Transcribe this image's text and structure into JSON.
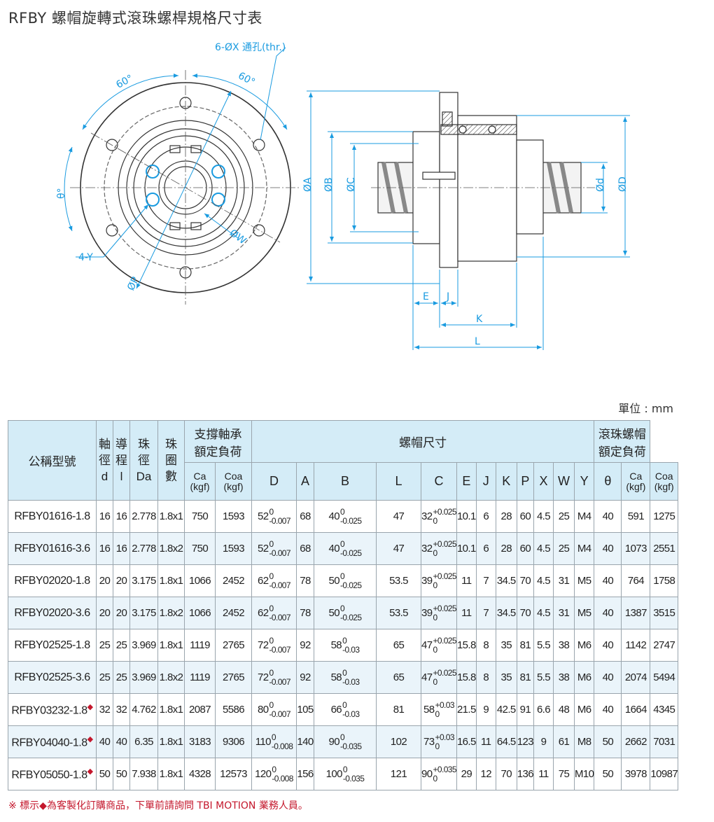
{
  "title": "RFBY 螺帽旋轉式滾珠螺桿規格尺寸表",
  "drawing": {
    "labels": {
      "holes": "6-ØX 通孔(thr.)",
      "angle_left": "60°",
      "angle_right": "60°",
      "theta": "θ°",
      "y_holes": "4-Y",
      "dp": "ØP",
      "dw": "ØW",
      "da": "ØA",
      "db": "ØB",
      "dc": "ØC",
      "dd": "Ød",
      "dD": "ØD",
      "e": "E",
      "j": "J",
      "k": "K",
      "l": "L"
    }
  },
  "unit": "單位 : mm",
  "table": {
    "headers": {
      "model": "公稱型號",
      "shaft": [
        "軸",
        "徑",
        "d"
      ],
      "lead": [
        "導",
        "程",
        "l"
      ],
      "ball": [
        "珠",
        "徑",
        "Da"
      ],
      "turns": [
        "珠",
        "圈",
        "數"
      ],
      "support": "支撐軸承額定負荷",
      "nut": "螺帽尺寸",
      "ball_load": "滾珠螺帽額定負荷",
      "ca": [
        "Ca",
        "(kgf)"
      ],
      "coa": [
        "Coa",
        "(kgf)"
      ],
      "nut_cols": [
        "D",
        "A",
        "B",
        "L",
        "C",
        "E",
        "J",
        "K",
        "P",
        "X",
        "W",
        "Y",
        "θ"
      ]
    },
    "rows": [
      {
        "model": "RFBY01616-1.8",
        "custom": false,
        "d": "16",
        "l": "16",
        "da": "2.778",
        "turns": "1.8x1",
        "sca": "750",
        "scoa": "1593",
        "D": "52",
        "D_up": "0",
        "D_lo": "-0.007",
        "A": "68",
        "B": "40",
        "B_up": "0",
        "B_lo": "-0.025",
        "L": "47",
        "C": "32",
        "C_up": "+0.025",
        "C_lo": "0",
        "E": "10.1",
        "J": "6",
        "K": "28",
        "P": "60",
        "X": "4.5",
        "W": "25",
        "Y": "M4",
        "th": "40",
        "ca": "591",
        "coa": "1275"
      },
      {
        "model": "RFBY01616-3.6",
        "custom": false,
        "d": "16",
        "l": "16",
        "da": "2.778",
        "turns": "1.8x2",
        "sca": "750",
        "scoa": "1593",
        "D": "52",
        "D_up": "0",
        "D_lo": "-0.007",
        "A": "68",
        "B": "40",
        "B_up": "0",
        "B_lo": "-0.025",
        "L": "47",
        "C": "32",
        "C_up": "+0.025",
        "C_lo": "0",
        "E": "10.1",
        "J": "6",
        "K": "28",
        "P": "60",
        "X": "4.5",
        "W": "25",
        "Y": "M4",
        "th": "40",
        "ca": "1073",
        "coa": "2551"
      },
      {
        "model": "RFBY02020-1.8",
        "custom": false,
        "d": "20",
        "l": "20",
        "da": "3.175",
        "turns": "1.8x1",
        "sca": "1066",
        "scoa": "2452",
        "D": "62",
        "D_up": "0",
        "D_lo": "-0.007",
        "A": "78",
        "B": "50",
        "B_up": "0",
        "B_lo": "-0.025",
        "L": "53.5",
        "C": "39",
        "C_up": "+0.025",
        "C_lo": "0",
        "E": "11",
        "J": "7",
        "K": "34.5",
        "P": "70",
        "X": "4.5",
        "W": "31",
        "Y": "M5",
        "th": "40",
        "ca": "764",
        "coa": "1758"
      },
      {
        "model": "RFBY02020-3.6",
        "custom": false,
        "d": "20",
        "l": "20",
        "da": "3.175",
        "turns": "1.8x2",
        "sca": "1066",
        "scoa": "2452",
        "D": "62",
        "D_up": "0",
        "D_lo": "-0.007",
        "A": "78",
        "B": "50",
        "B_up": "0",
        "B_lo": "-0.025",
        "L": "53.5",
        "C": "39",
        "C_up": "+0.025",
        "C_lo": "0",
        "E": "11",
        "J": "7",
        "K": "34.5",
        "P": "70",
        "X": "4.5",
        "W": "31",
        "Y": "M5",
        "th": "40",
        "ca": "1387",
        "coa": "3515"
      },
      {
        "model": "RFBY02525-1.8",
        "custom": false,
        "d": "25",
        "l": "25",
        "da": "3.969",
        "turns": "1.8x1",
        "sca": "1119",
        "scoa": "2765",
        "D": "72",
        "D_up": "0",
        "D_lo": "-0.007",
        "A": "92",
        "B": "58",
        "B_up": "0",
        "B_lo": "-0.03",
        "L": "65",
        "C": "47",
        "C_up": "+0.025",
        "C_lo": "0",
        "E": "15.8",
        "J": "8",
        "K": "35",
        "P": "81",
        "X": "5.5",
        "W": "38",
        "Y": "M6",
        "th": "40",
        "ca": "1142",
        "coa": "2747"
      },
      {
        "model": "RFBY02525-3.6",
        "custom": false,
        "d": "25",
        "l": "25",
        "da": "3.969",
        "turns": "1.8x2",
        "sca": "1119",
        "scoa": "2765",
        "D": "72",
        "D_up": "0",
        "D_lo": "-0.007",
        "A": "92",
        "B": "58",
        "B_up": "0",
        "B_lo": "-0.03",
        "L": "65",
        "C": "47",
        "C_up": "+0.025",
        "C_lo": "0",
        "E": "15.8",
        "J": "8",
        "K": "35",
        "P": "81",
        "X": "5.5",
        "W": "38",
        "Y": "M6",
        "th": "40",
        "ca": "2074",
        "coa": "5494"
      },
      {
        "model": "RFBY03232-1.8",
        "custom": true,
        "d": "32",
        "l": "32",
        "da": "4.762",
        "turns": "1.8x1",
        "sca": "2087",
        "scoa": "5586",
        "D": "80",
        "D_up": "0",
        "D_lo": "-0.007",
        "A": "105",
        "B": "66",
        "B_up": "0",
        "B_lo": "-0.03",
        "L": "81",
        "C": "58",
        "C_up": "+0.03",
        "C_lo": "0",
        "E": "21.5",
        "J": "9",
        "K": "42.5",
        "P": "91",
        "X": "6.6",
        "W": "48",
        "Y": "M6",
        "th": "40",
        "ca": "1664",
        "coa": "4345"
      },
      {
        "model": "RFBY04040-1.8",
        "custom": true,
        "d": "40",
        "l": "40",
        "da": "6.35",
        "turns": "1.8x1",
        "sca": "3183",
        "scoa": "9306",
        "D": "110",
        "D_up": "0",
        "D_lo": "-0.008",
        "A": "140",
        "B": "90",
        "B_up": "0",
        "B_lo": "-0.035",
        "L": "102",
        "C": "73",
        "C_up": "+0.03",
        "C_lo": "0",
        "E": "16.5",
        "J": "11",
        "K": "64.5",
        "P": "123",
        "X": "9",
        "W": "61",
        "Y": "M8",
        "th": "50",
        "ca": "2662",
        "coa": "7031"
      },
      {
        "model": "RFBY05050-1.8",
        "custom": true,
        "d": "50",
        "l": "50",
        "da": "7.938",
        "turns": "1.8x1",
        "sca": "4328",
        "scoa": "12573",
        "D": "120",
        "D_up": "0",
        "D_lo": "-0.008",
        "A": "156",
        "B": "100",
        "B_up": "0",
        "B_lo": "-0.035",
        "L": "121",
        "C": "90",
        "C_up": "+0.035",
        "C_lo": "0",
        "E": "29",
        "J": "12",
        "K": "70",
        "P": "136",
        "X": "11",
        "W": "75",
        "Y": "M10",
        "th": "50",
        "ca": "3978",
        "coa": "10987"
      }
    ]
  },
  "note": "※ 標示◆為客製化訂購商品，下單前請詢問 TBI MOTION 業務人員。",
  "custom_marker": "◆",
  "colors": {
    "dimension": "#1a9be0",
    "accent_red": "#c4172c",
    "header_bg": "#d4ecf7"
  }
}
